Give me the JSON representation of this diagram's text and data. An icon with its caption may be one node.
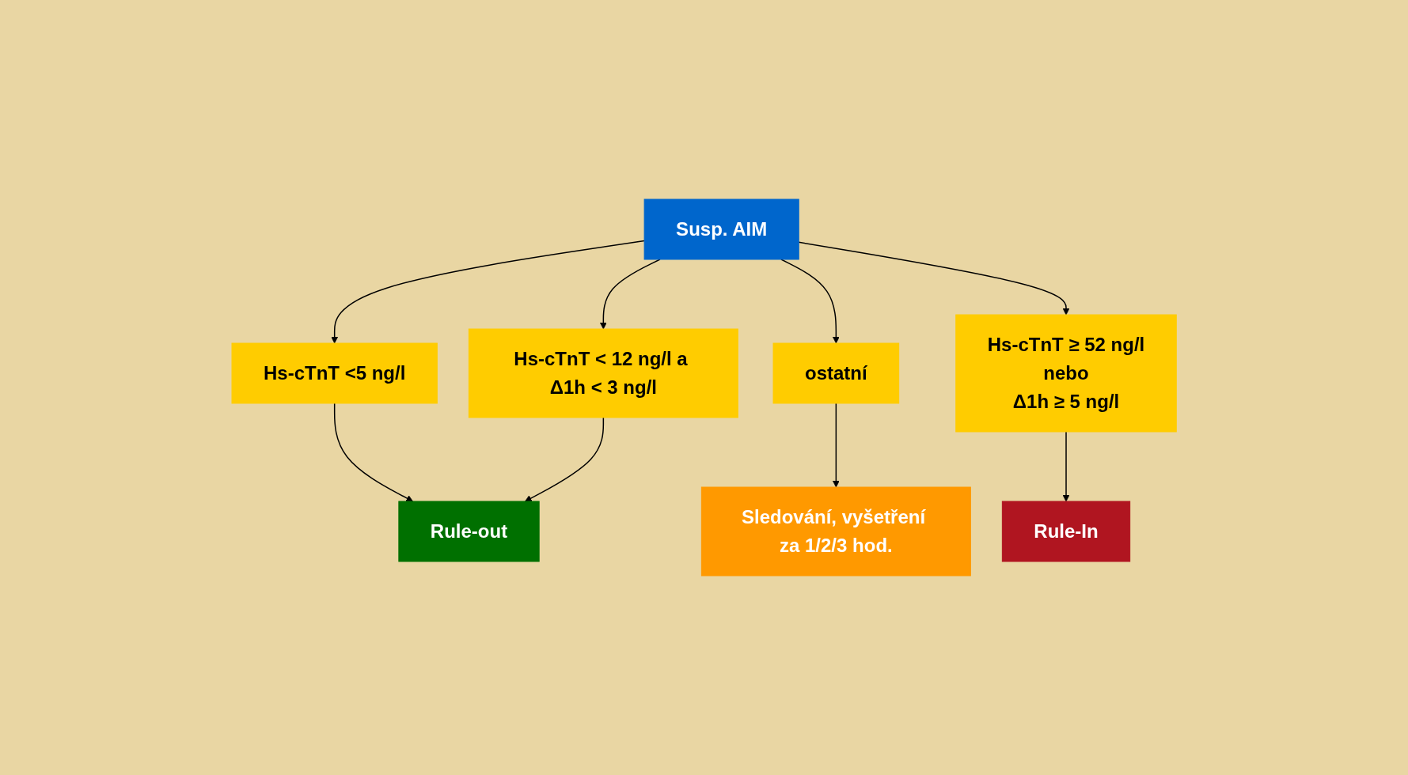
{
  "diagram": {
    "nodes": [
      {
        "text": [
          "Susp. AIM"
        ]
      },
      {
        "text": [
          "Hs-cTnT <5 ng/l"
        ]
      },
      {
        "text": [
          "Hs-cTnT < 12 ng/l a Δ1h < 3 ng/l"
        ]
      },
      {
        "text": [
          "ostatní"
        ]
      },
      {
        "text": [
          "Hs-cTnT ≥ 52 ng/l",
          "nebo",
          "Δ1h ≥ 5 ng/l"
        ]
      },
      {
        "text": [
          "Rule-out"
        ]
      },
      {
        "text": [
          "Sledování, vyšetření za 1/2/3 hod."
        ]
      },
      {
        "text": [
          "Rule-In"
        ]
      }
    ],
    "edges": [
      {
        "from": 0,
        "to": 1,
        "arrow": "to"
      },
      {
        "from": 0,
        "to": 2,
        "arrow": "to"
      },
      {
        "from": 0,
        "to": 3,
        "arrow": "to"
      },
      {
        "from": 0,
        "to": 4,
        "arrow": "to"
      },
      {
        "from": 1,
        "to": 5,
        "arrow": "to"
      },
      {
        "from": 2,
        "to": 5,
        "arrow": "to"
      },
      {
        "from": 3,
        "to": 6,
        "arrow": "to"
      },
      {
        "from": 4,
        "to": 7,
        "arrow": "to"
      }
    ]
  }
}
